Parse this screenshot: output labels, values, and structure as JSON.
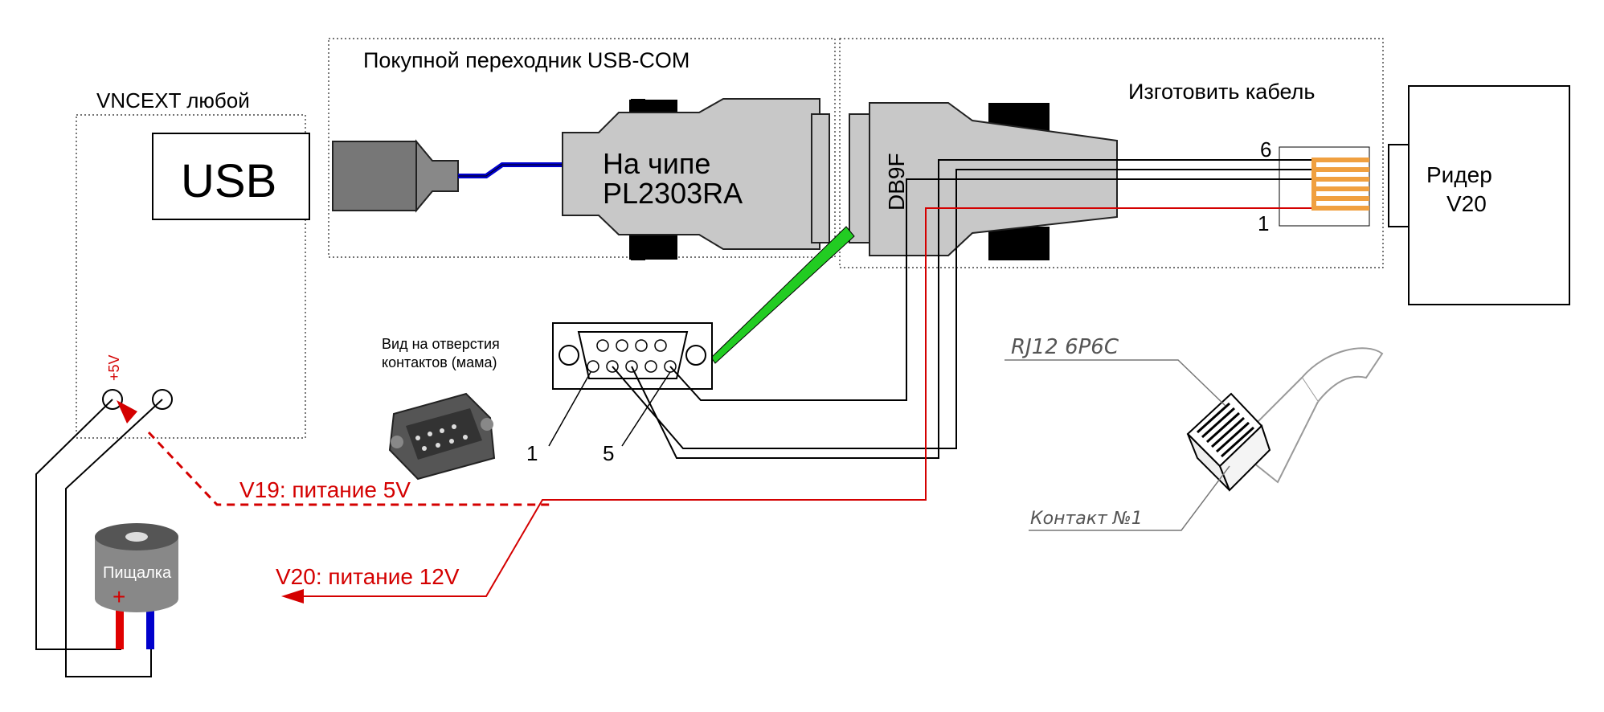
{
  "labels": {
    "vncext": "VNCEXT любой",
    "usb": "USB",
    "adapter_title": "Покупной переходник USB-COM",
    "chip_line1": "На чипе",
    "chip_line2": "PL2303RA",
    "cable_title": "Изготовить кабель",
    "db9f": "DB9F",
    "pin6": "6",
    "pin1_rj": "1",
    "reader_line1": "Ридер",
    "reader_line2": "V20",
    "view_line1": "Вид на отверстия",
    "view_line2": "контактов (мама)",
    "db_pin1": "1",
    "db_pin5": "5",
    "plus5v": "+5V",
    "v19": "V19: питание 5V",
    "v20": "V20: питание 12V",
    "buzzer": "Пищалка",
    "buzzer_plus": "+",
    "rj12": "RJ12  6P6C",
    "contact1": "Контакт №1"
  },
  "colors": {
    "red": "#d40000",
    "blue": "#0000cc",
    "green": "#22cc22",
    "pad_orange": "#f0a040",
    "gray": "#c8c8c8",
    "dark_gray": "#777777"
  },
  "icons": {
    "db9_photo": "db9-connector-icon",
    "rj12_plug": "rj12-plug-icon",
    "buzzer": "buzzer-icon"
  }
}
